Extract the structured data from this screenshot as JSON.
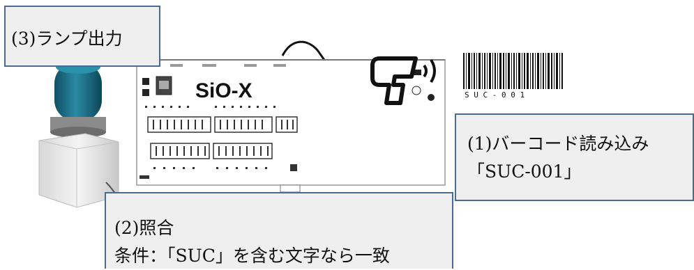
{
  "callouts": {
    "lamp_output": "(3)ランプ出力",
    "barcode_read": {
      "line1": "(1)バーコード読み込み",
      "line2": "「SUC-001」"
    },
    "match": {
      "line1": "(2)照合",
      "line2": "条件：「SUC」を含む文字なら一致"
    }
  },
  "controller": {
    "label": "SiO-X"
  },
  "barcode": {
    "text": "S U C - 0 0 1"
  },
  "colors": {
    "callout_fill": "#efefef",
    "callout_border": "#4a6a8e",
    "lamp_dome": "#1f6f86",
    "controller_body": "#ffffff"
  },
  "icons": [
    "lamp-icon",
    "controller-icon",
    "cable-icon",
    "scanner-icon",
    "signal-icon",
    "barcode-icon"
  ]
}
